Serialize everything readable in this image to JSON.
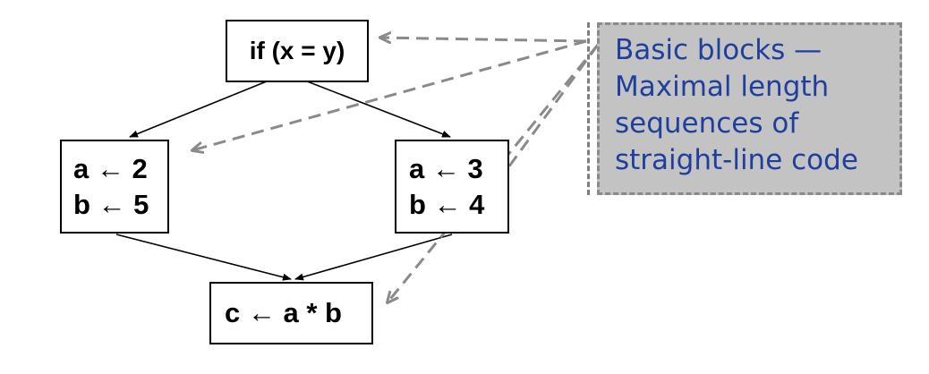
{
  "cfg": {
    "blocks": {
      "if_block": {
        "lines": [
          "if (x = y)"
        ]
      },
      "left_block": {
        "lines": [
          "a ← 2",
          "b ← 5"
        ]
      },
      "right_block": {
        "lines": [
          "a ← 3",
          "b ← 4"
        ]
      },
      "bottom_block": {
        "lines": [
          "c ← a * b"
        ]
      }
    }
  },
  "callout": {
    "lines": [
      "Basic blocks —",
      "Maximal length",
      "sequences of",
      "straight-line code"
    ]
  },
  "colors": {
    "edge": "#000000",
    "pointer": "#8a8a8a",
    "callout_fill": "#c3c3c3",
    "callout_text": "#1f3f9f"
  }
}
